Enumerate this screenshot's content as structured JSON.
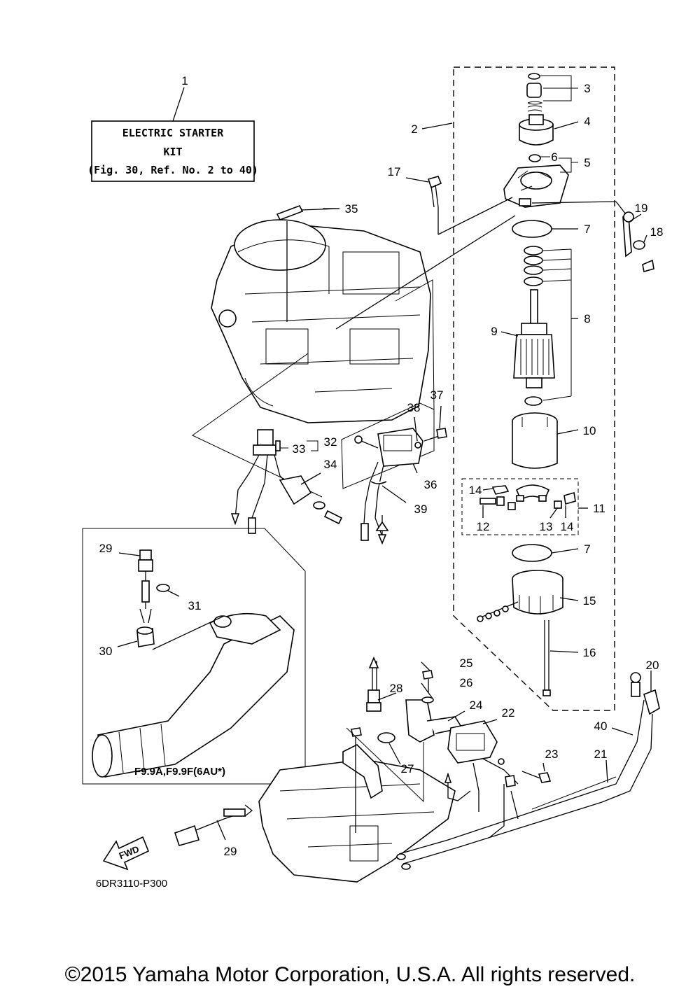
{
  "kit_label": {
    "line1": "ELECTRIC STARTER",
    "line2": "KIT",
    "line3": "(Fig. 30, Ref. No. 2 to 40)"
  },
  "model_note": "F9.9A,F9.9F(6AU*)",
  "direction_label": "FWD",
  "diagram_ref": "6DR3110-P300",
  "copyright": "©2015 Yamaha Motor Corporation, U.S.A. All rights reserved.",
  "callouts": {
    "c1": "1",
    "c2": "2",
    "c3": "3",
    "c4": "4",
    "c5": "5",
    "c6": "6",
    "c7a": "7",
    "c7b": "7",
    "c8": "8",
    "c9": "9",
    "c10": "10",
    "c11": "11",
    "c12": "12",
    "c13": "13",
    "c14a": "14",
    "c14b": "14",
    "c15": "15",
    "c16": "16",
    "c17": "17",
    "c18": "18",
    "c19": "19",
    "c20": "20",
    "c21": "21",
    "c22": "22",
    "c23": "23",
    "c24": "24",
    "c25": "25",
    "c26": "26",
    "c27": "27",
    "c28": "28",
    "c29a": "29",
    "c29b": "29",
    "c30": "30",
    "c31": "31",
    "c32": "32",
    "c33": "33",
    "c34": "34",
    "c35": "35",
    "c36": "36",
    "c37": "37",
    "c38": "38",
    "c39": "39",
    "c40": "40"
  }
}
